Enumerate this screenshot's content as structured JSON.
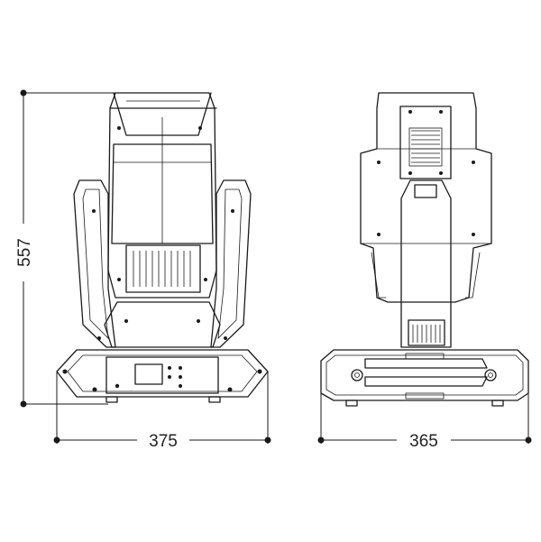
{
  "dimensions": {
    "height": "557",
    "width_front": "375",
    "width_side": "365"
  }
}
